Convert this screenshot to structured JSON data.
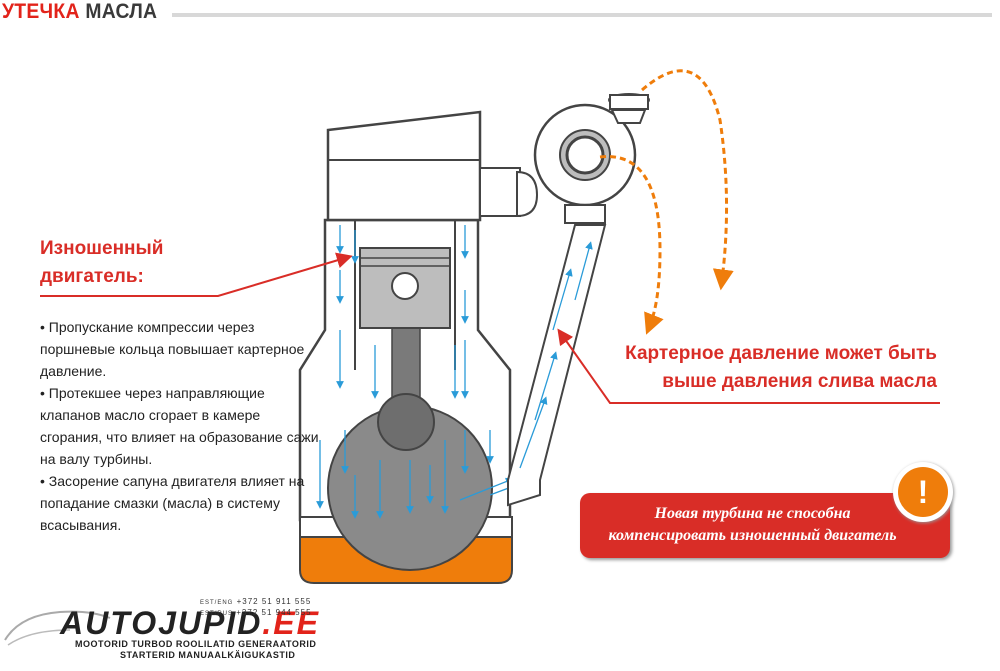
{
  "header": {
    "title_red": "УТЕЧКА",
    "title_dark": "МАСЛА"
  },
  "engine": {
    "heading_line1": "Изношенный",
    "heading_line2": "двигатель:",
    "bullets": [
      "• Пропускание компрессии через поршневые кольца повышает картерное давление.",
      "• Протекшее через направляющие клапанов масло сгорает в камере сгорания, что влияет на образование сажи на валу турбины.",
      "• Засорение сапуна двигателя влияет на попадание смазки (масла) в систему всасывания."
    ]
  },
  "pressure": {
    "line1": "Картерное давление может быть",
    "line2": "выше давления слива масла"
  },
  "warning": {
    "line1": "Новая турбина не способна",
    "line2": "компенсировать изношенный двигатель",
    "icon": "exclamation-icon",
    "glyph": "!"
  },
  "logo": {
    "name_main": "AUTOJUPID",
    "name_suffix": ".EE",
    "line1": "MOOTORID TURBOD ROOLILATID GENERAATORID",
    "line2": "STARTERID MANUAALKÄIGUKASTID",
    "phone1_label": "EST/ENG",
    "phone1": "+372 51 911 555",
    "phone2_label": "EST/RUS",
    "phone2": "+372 51 944 555"
  },
  "colors": {
    "accent_red": "#d92d27",
    "oil_orange": "#ef7d0b",
    "engine_gray": "#bdbdbd",
    "flow_blue": "#2a9bd8"
  }
}
